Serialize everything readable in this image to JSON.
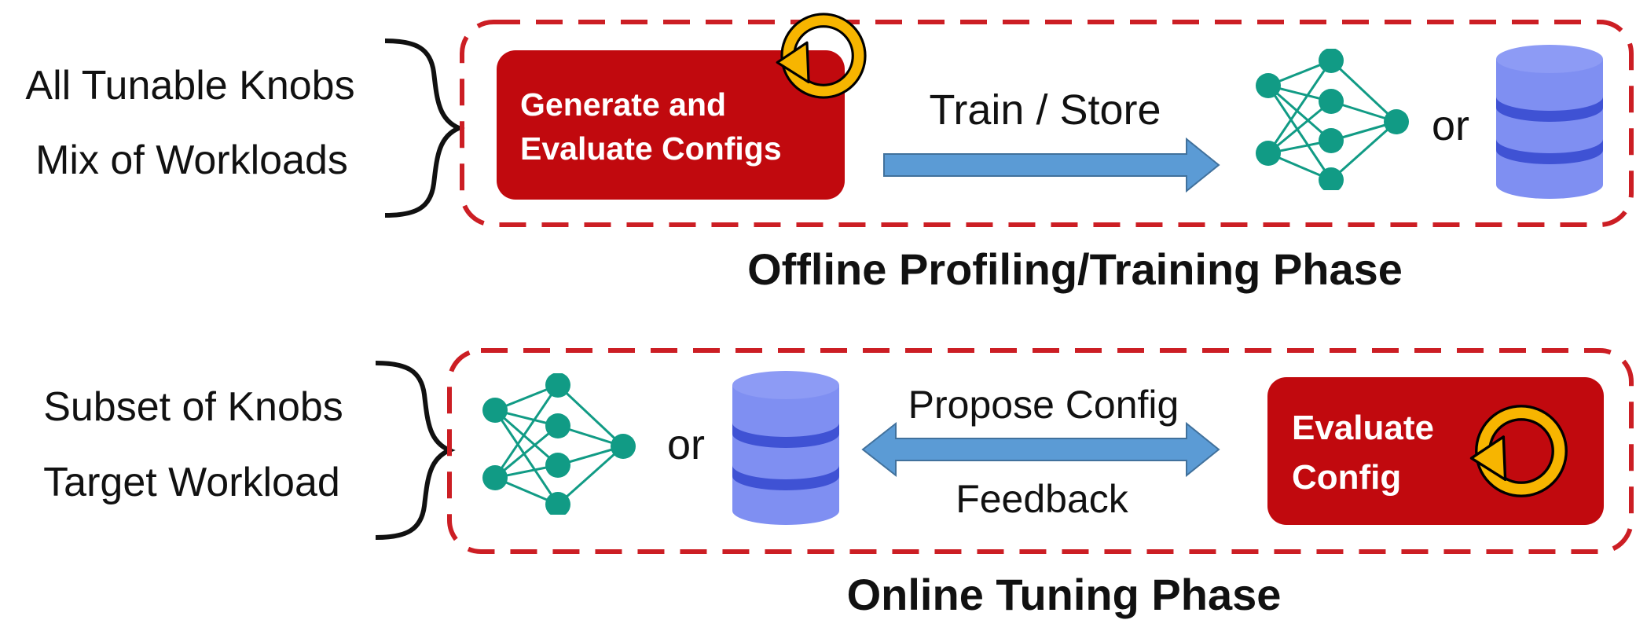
{
  "offline": {
    "inputs": [
      "All Tunable Knobs",
      "Mix of Workloads"
    ],
    "box_line1": "Generate and",
    "box_line2": "Evaluate Configs",
    "arrow_label": "Train / Store",
    "or_label": "or",
    "phase_title": "Offline Profiling/Training Phase"
  },
  "online": {
    "inputs": [
      "Subset of Knobs",
      "Target Workload"
    ],
    "or_label": "or",
    "arrow_top_label": "Propose Config",
    "arrow_bottom_label": "Feedback",
    "box_line1": "Evaluate",
    "box_line2": "Config",
    "phase_title": "Online Tuning Phase"
  },
  "colors": {
    "red": "#c1090e",
    "dashed": "#cc1e24",
    "arrow": "#5b9bd5",
    "arrow_stroke": "#41719c",
    "teal": "#119b85",
    "db": "#7f8ff2",
    "db_dark": "#3f52d4",
    "cycle": "#f7b500"
  }
}
